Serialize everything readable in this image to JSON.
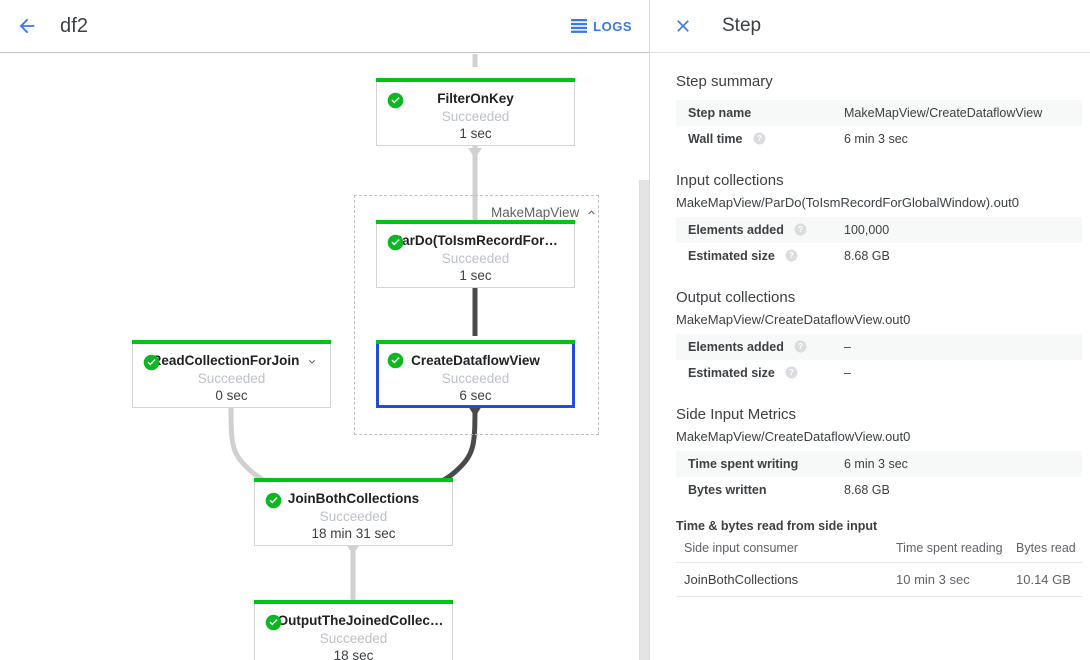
{
  "topbar": {
    "back_icon": "arrow-left-icon",
    "job_title": "df2",
    "logs_label": "LOGS",
    "logs_icon": "list-lines-icon"
  },
  "graph": {
    "composite": {
      "label": "MakeMapView",
      "chevron": "chevron-up-icon"
    },
    "nodes": [
      {
        "id": "FilterOnKey",
        "label": "FilterOnKey",
        "status": "Succeeded",
        "time": "1 sec",
        "status_icon": "check-circle-icon",
        "selected": false,
        "expandable": false
      },
      {
        "id": "ParDo",
        "label": "ParDo(ToIsmRecordFor…",
        "status": "Succeeded",
        "time": "1 sec",
        "status_icon": "check-circle-icon",
        "selected": false,
        "expandable": false
      },
      {
        "id": "CreateDataflowView",
        "label": "CreateDataflowView",
        "status": "Succeeded",
        "time": "6 sec",
        "status_icon": "check-circle-icon",
        "selected": true,
        "expandable": false
      },
      {
        "id": "ReadCollectionForJoin",
        "label": "ReadCollectionForJoin",
        "status": "Succeeded",
        "time": "0 sec",
        "status_icon": "check-circle-icon",
        "selected": false,
        "expandable": true,
        "chevron": "chevron-down-icon"
      },
      {
        "id": "JoinBothCollections",
        "label": "JoinBothCollections",
        "status": "Succeeded",
        "time": "18 min 31 sec",
        "status_icon": "check-circle-icon",
        "selected": false,
        "expandable": false
      },
      {
        "id": "OutputTheJoinedCollection",
        "label": "OutputTheJoinedCollec…",
        "status": "Succeeded",
        "time": "18 sec",
        "status_icon": "check-circle-icon",
        "selected": false,
        "expandable": false
      }
    ]
  },
  "panel": {
    "close_icon": "close-icon",
    "title": "Step",
    "step_summary": {
      "heading": "Step summary",
      "rows": [
        {
          "key": "Step name",
          "value": "MakeMapView/CreateDataflowView",
          "help": false
        },
        {
          "key": "Wall time",
          "value": "6 min 3 sec",
          "help": true
        }
      ]
    },
    "input_collections": {
      "heading": "Input collections",
      "collection_name": "MakeMapView/ParDo(ToIsmRecordForGlobalWindow).out0",
      "rows": [
        {
          "key": "Elements added",
          "value": "100,000",
          "help": true
        },
        {
          "key": "Estimated size",
          "value": "8.68 GB",
          "help": true
        }
      ]
    },
    "output_collections": {
      "heading": "Output collections",
      "collection_name": "MakeMapView/CreateDataflowView.out0",
      "rows": [
        {
          "key": "Elements added",
          "value": "–",
          "help": true
        },
        {
          "key": "Estimated size",
          "value": "–",
          "help": true
        }
      ]
    },
    "side_input_metrics": {
      "heading": "Side Input Metrics",
      "collection_name": "MakeMapView/CreateDataflowView.out0",
      "rows": [
        {
          "key": "Time spent writing",
          "value": "6 min 3 sec",
          "help": false
        },
        {
          "key": "Bytes written",
          "value": "8.68 GB",
          "help": false
        }
      ]
    },
    "side_input_table": {
      "title": "Time & bytes read from side input",
      "columns": [
        "Side input consumer",
        "Time spent reading",
        "Bytes read"
      ],
      "rows": [
        [
          "JoinBothCollections",
          "10 min 3 sec",
          "10.14 GB"
        ]
      ]
    }
  },
  "colors": {
    "accent_blue": "#3b78e7",
    "selected_border": "#1f4fd8",
    "success_green": "#00c217",
    "edge_light": "#d0d0d0",
    "edge_dark": "#4a4a4a"
  }
}
